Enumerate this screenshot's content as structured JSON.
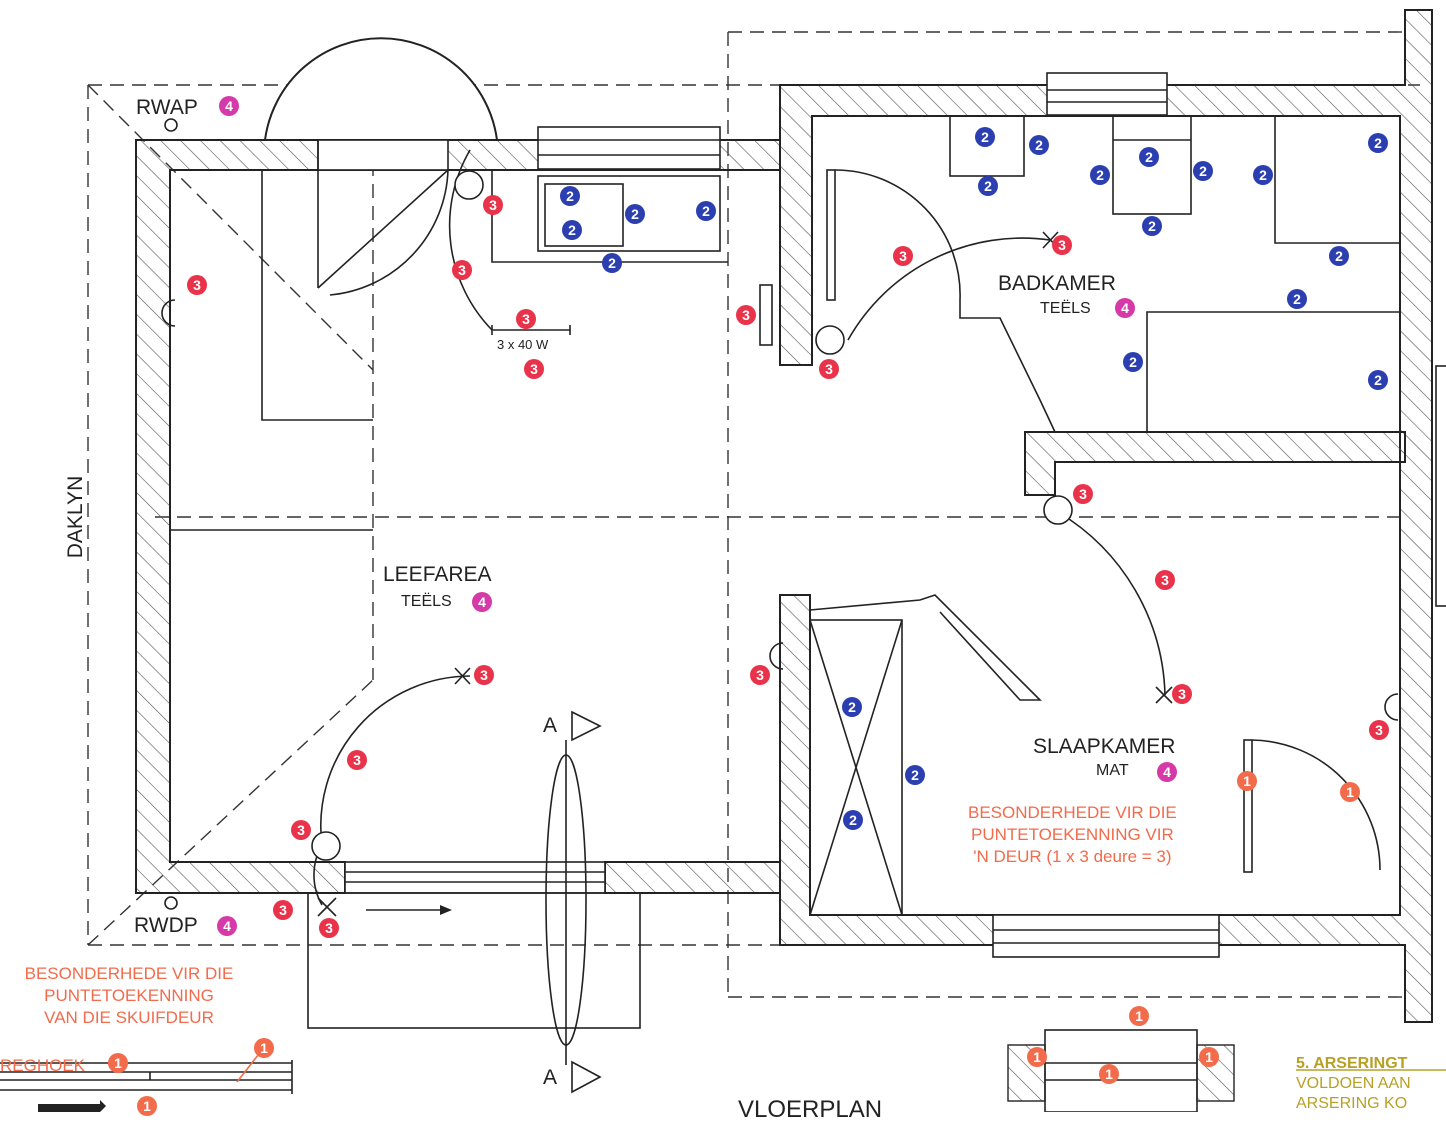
{
  "colors": {
    "red": "#e8334a",
    "blue": "#2c3fb0",
    "pink": "#d63aa8",
    "orange": "#f26b4b",
    "wall_hatch": "#555555",
    "olive": "#b8a027"
  },
  "labels": {
    "rwap": "RWAP",
    "rwdp": "RWDP",
    "daklyn": "DAKLYN",
    "lamp_rating": "3 x 40 W",
    "leefarea": "LEEFAREA",
    "leefarea_finish": "TEËLS",
    "badkamer": "BADKAMER",
    "badkamer_finish": "TEËLS",
    "slaapkamer": "SLAAPKAMER",
    "slaapkamer_finish": "MAT",
    "section_mark": "A",
    "vloerplan": "VLOERPLAN",
    "reghoek": "REGHOEK"
  },
  "notes": {
    "door_note": [
      "BESONDERHEDE VIR DIE",
      "PUNTETOEKENNING VIR",
      "'N DEUR (1 x 3 deure = 3)"
    ],
    "slide_note": [
      "BESONDERHEDE VIR DIE",
      "PUNTETOEKENNING",
      "VAN DIE SKUIFDEUR"
    ],
    "hatch_heading": "5. ARSERINGT",
    "hatch_line2": "VOLDOEN AAN",
    "hatch_line3": "ARSERING KO"
  },
  "markers": {
    "n1": "1",
    "n2": "2",
    "n3": "3",
    "n4": "4"
  }
}
